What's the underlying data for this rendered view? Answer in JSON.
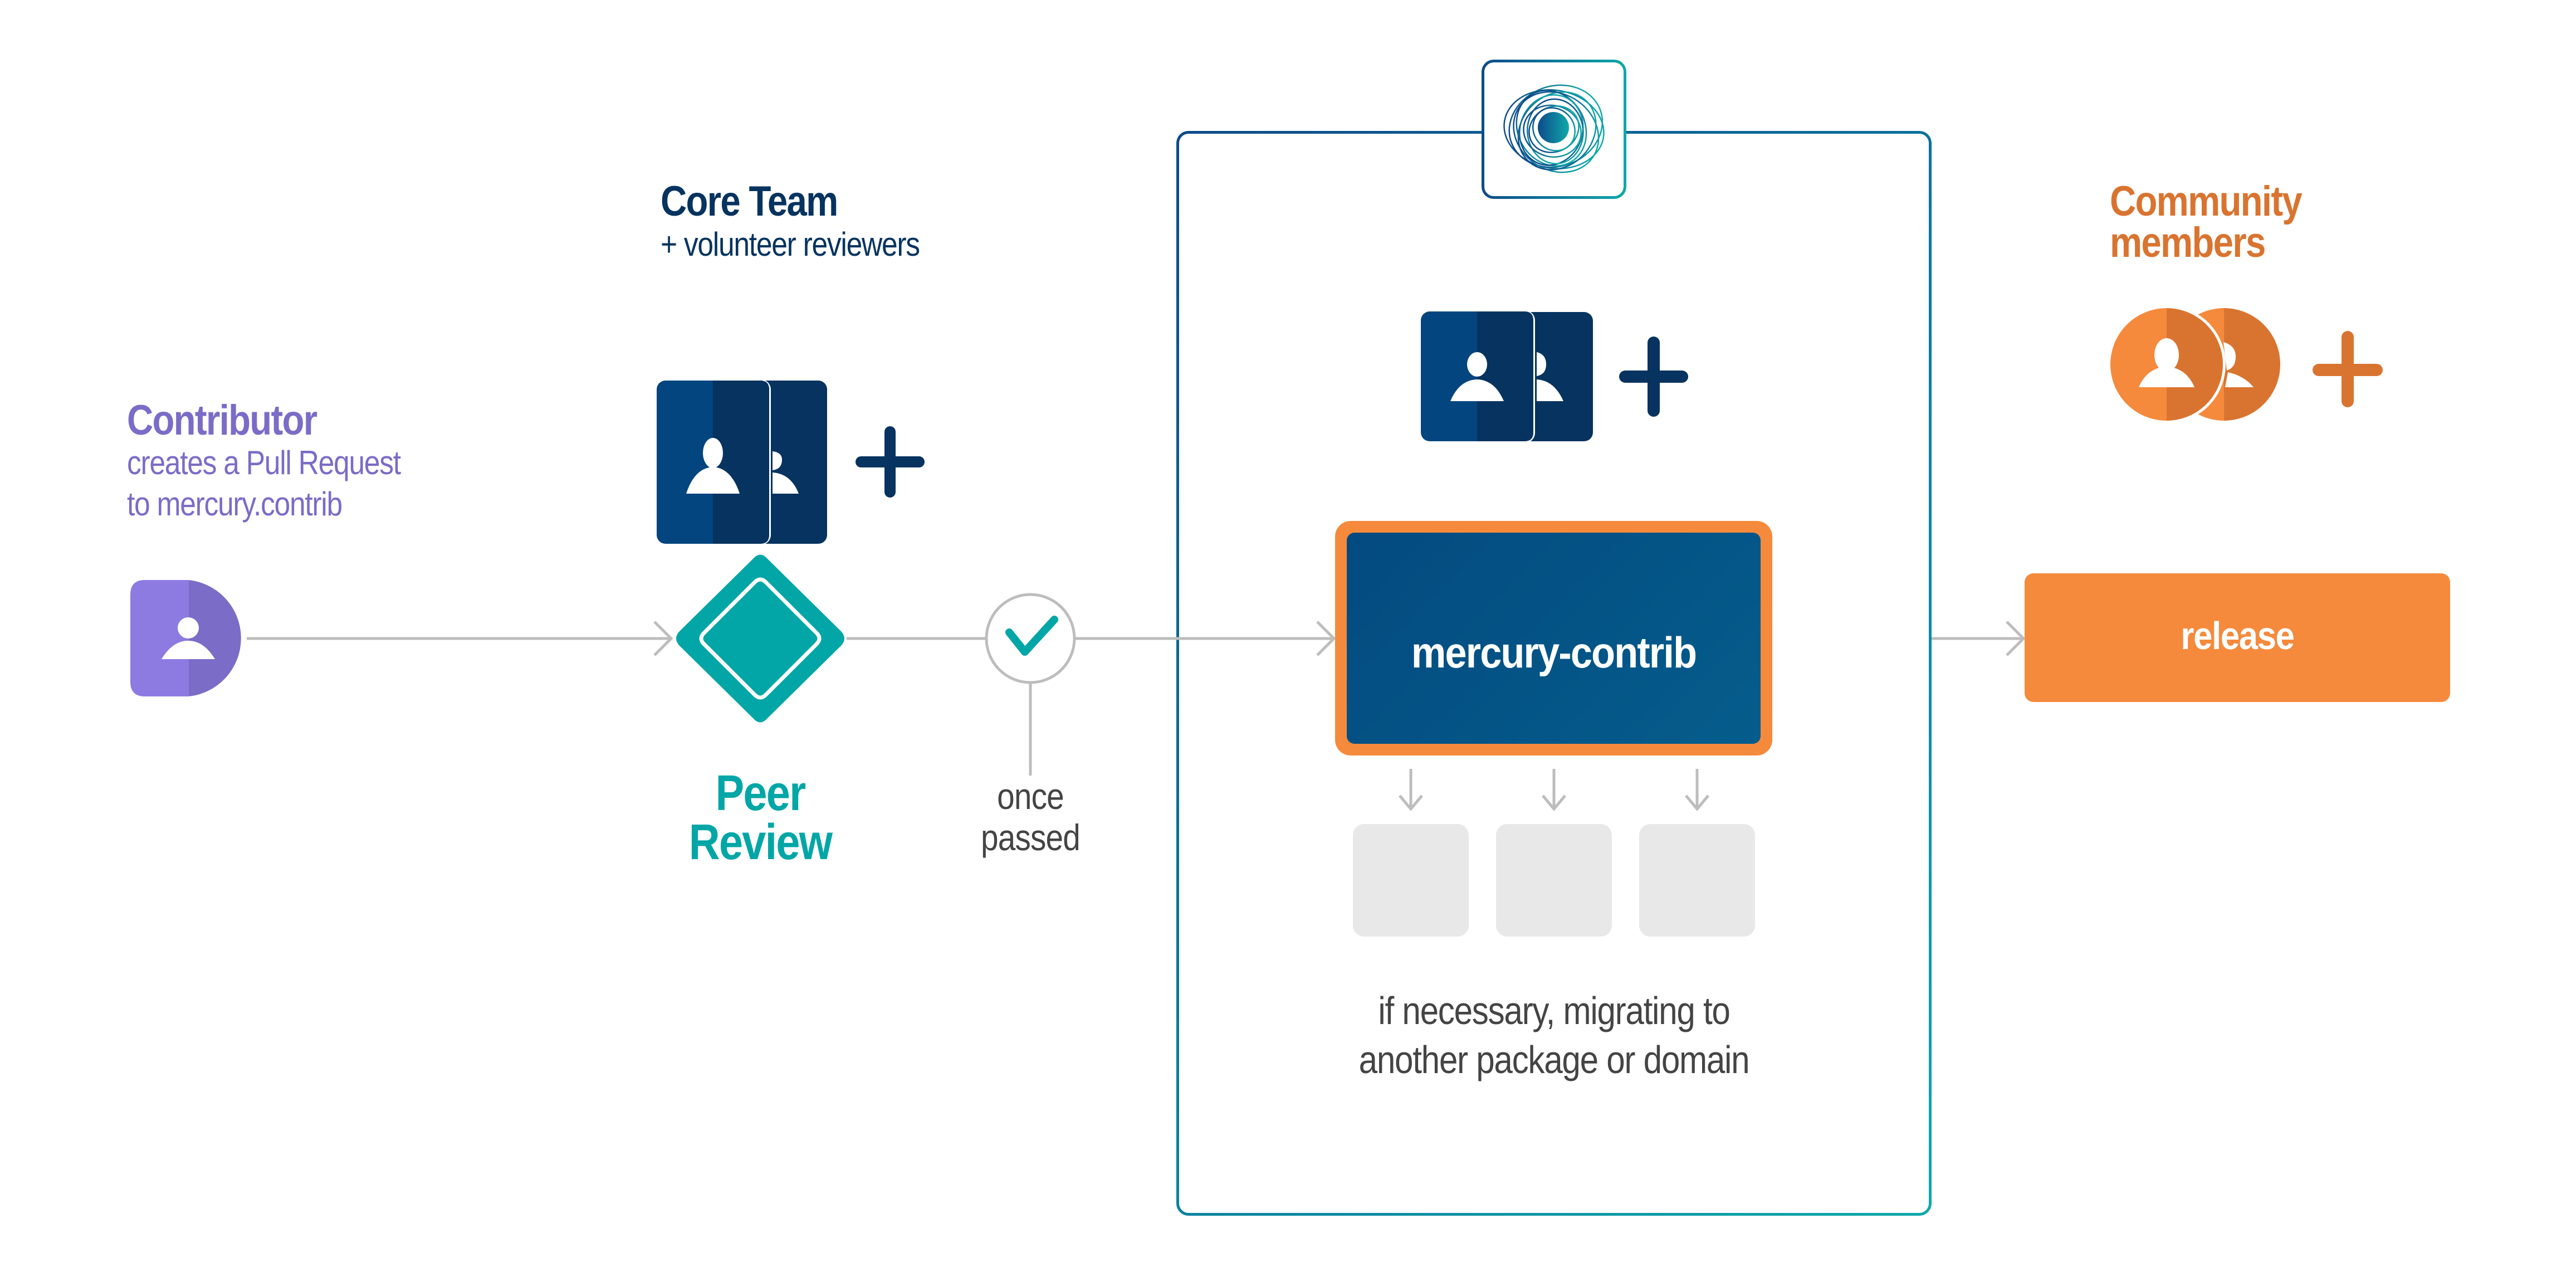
{
  "colors": {
    "contributor": "#7b6cc7",
    "contributor_light": "#8d7be2",
    "core_team": "#06335f",
    "core_team_light": "#03457f",
    "peer_review": "#03a6a6",
    "community": "#d97430",
    "community_light": "#f58a3c",
    "connector": "#bdbdbd",
    "text_gray": "#444444",
    "placeholder_gray": "#e8e8e8"
  },
  "contributor": {
    "title": "Contributor",
    "subtitle_line1": "creates a Pull Request",
    "subtitle_line2": "to mercury.contrib",
    "icon": "person-icon"
  },
  "core_team": {
    "title": "Core Team",
    "subtitle": "+ volunteer reviewers",
    "icon": "team-cards-icon",
    "plus_icon": "plus-icon"
  },
  "peer_review": {
    "label_line1": "Peer",
    "label_line2": "Review",
    "icon": "diamond-icon"
  },
  "checkpoint": {
    "icon": "checkmark-icon",
    "label_line1": "once",
    "label_line2": "passed"
  },
  "package_panel": {
    "logo_icon": "spiral-logo-icon",
    "team_icon": "team-cards-icon",
    "plus_icon": "plus-icon",
    "package_name": "mercury-contrib",
    "sub_packages_count": 3,
    "note_line1": "if necessary, migrating to",
    "note_line2": "another package or domain"
  },
  "community": {
    "title_line1": "Community",
    "title_line2": "members",
    "icon": "community-circles-icon",
    "plus_icon": "plus-icon"
  },
  "release": {
    "label": "release"
  }
}
